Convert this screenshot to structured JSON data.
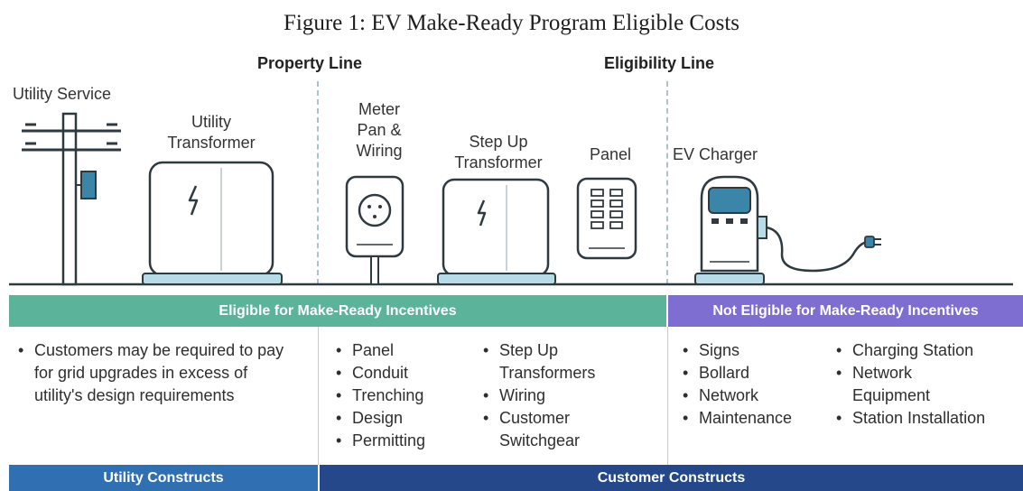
{
  "title": "Figure 1: EV Make-Ready Program Eligible Costs",
  "lines": {
    "property": "Property Line",
    "eligibility": "Eligibility Line"
  },
  "equipment": {
    "utility_service": "Utility Service",
    "utility_transformer": [
      "Utility",
      "Transformer"
    ],
    "meter": [
      "Meter",
      "Pan &",
      "Wiring"
    ],
    "step_up": [
      "Step Up",
      "Transformer"
    ],
    "panel": "Panel",
    "ev_charger": "EV Charger"
  },
  "bands": {
    "eligible": "Eligible for Make-Ready Incentives",
    "not_eligible": "Not Eligible for Make-Ready Incentives"
  },
  "lists": {
    "utility": [
      "Customers may be required to pay for grid upgrades in excess of utility's design requirements"
    ],
    "eligible_a": [
      "Panel",
      "Conduit",
      "Trenching",
      "Design",
      "Permitting"
    ],
    "eligible_b": [
      "Step Up Transformers",
      "Wiring",
      "Customer Switchgear"
    ],
    "not_a": [
      "Signs",
      "Bollard",
      "Network",
      "Maintenance"
    ],
    "not_b": [
      "Charging Station",
      "Network Equipment",
      "Station Installation"
    ]
  },
  "footers": {
    "utility": "Utility Constructs",
    "customer": "Customer Constructs"
  },
  "colors": {
    "teal": "#5bb39a",
    "purple": "#7f6ed1",
    "blue_light": "#2f6fb2",
    "blue_dark": "#24488a",
    "outline": "#2f3a40",
    "fill_light": "#e8eef0",
    "base": "#b7dce8"
  }
}
